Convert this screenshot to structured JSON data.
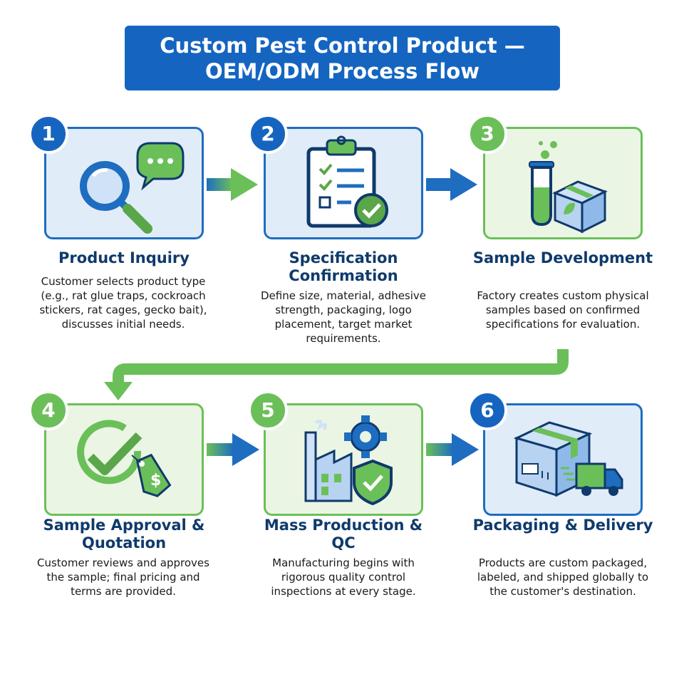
{
  "title": {
    "line1": "Custom Pest Control Product —",
    "line2": "OEM/ODM Process Flow"
  },
  "steps": [
    {
      "number": "1",
      "title": "Product Inquiry",
      "desc": "Customer selects product type (e.g., rat glue traps, cockroach stickers, rat cages, gecko bait), discusses initial needs.",
      "icon": "search-chat-icon",
      "color": "blue"
    },
    {
      "number": "2",
      "title": "Specification Confirmation",
      "desc": "Define size, material, adhesive strength, packaging, logo placement, target market requirements.",
      "icon": "clipboard-check-icon",
      "color": "blue"
    },
    {
      "number": "3",
      "title": "Sample Development",
      "desc": "Factory creates custom physical samples based on confirmed specifications for evaluation.",
      "icon": "test-tube-box-icon",
      "color": "green"
    },
    {
      "number": "4",
      "title": "Sample Approval & Quotation",
      "desc": "Customer reviews and approves the sample; final pricing and terms are provided.",
      "icon": "check-price-tag-icon",
      "color": "green"
    },
    {
      "number": "5",
      "title": "Mass Production & QC",
      "desc": "Manufacturing begins with rigorous quality control inspections at every stage.",
      "icon": "factory-shield-icon",
      "color": "green"
    },
    {
      "number": "6",
      "title": "Packaging & Delivery",
      "desc": "Products are custom packaged, labeled, and shipped globally to the customer's destination.",
      "icon": "box-truck-icon",
      "color": "blue"
    }
  ],
  "colors": {
    "blue": "#1565c0",
    "green": "#6bbf59",
    "navy": "#0f3a6b"
  }
}
